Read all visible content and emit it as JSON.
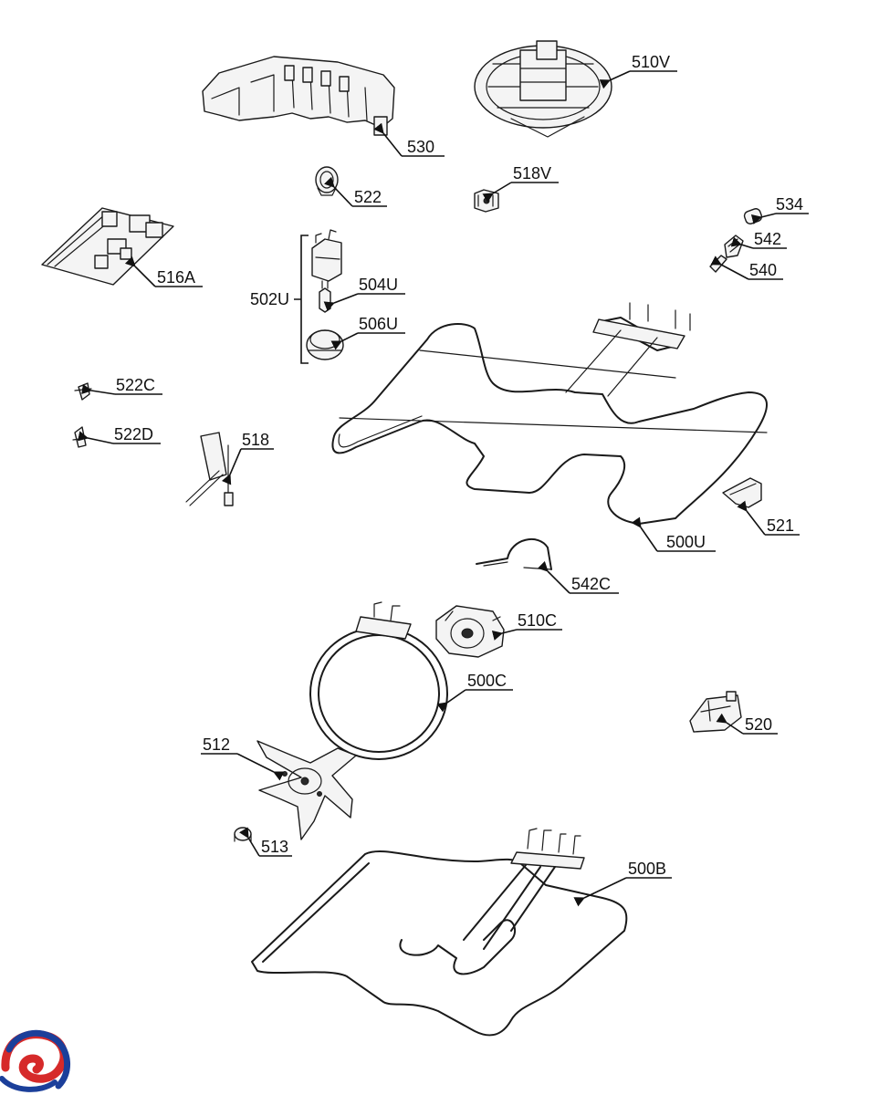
{
  "labels": {
    "l510V": "510V",
    "l530": "530",
    "l522": "522",
    "l518V": "518V",
    "l534": "534",
    "l542": "542",
    "l540": "540",
    "l516A": "516A",
    "l502U": "502U",
    "l504U": "504U",
    "l506U": "506U",
    "l522C": "522C",
    "l522D": "522D",
    "l518": "518",
    "l521": "521",
    "l500U": "500U",
    "l542C": "542C",
    "l510C": "510C",
    "l500C": "500C",
    "l520": "520",
    "l512": "512",
    "l513": "513",
    "l500B": "500B"
  },
  "colors": {
    "line": "#1a1a1a",
    "logo_blue": "#1b3f9a",
    "logo_red": "#d62a2a"
  },
  "logo": {
    "icon": "swirl-logo-icon"
  }
}
